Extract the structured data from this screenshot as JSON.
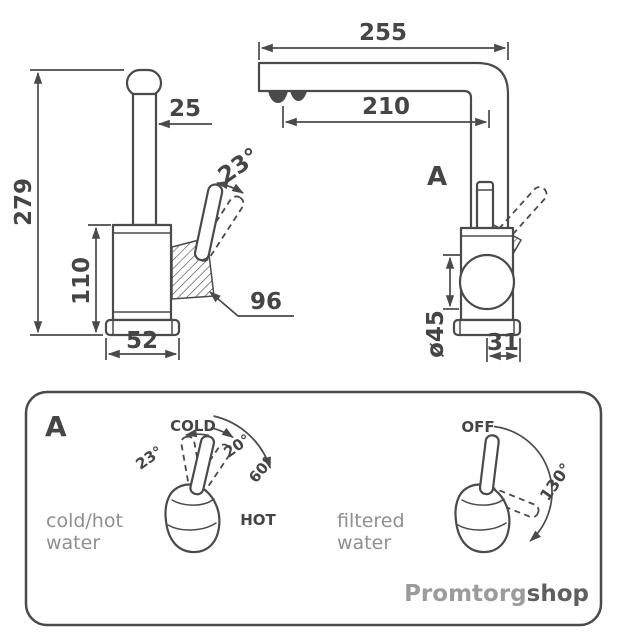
{
  "diagram": {
    "front": {
      "total_height": "279",
      "spout_width": "25",
      "body_height": "110",
      "base_width": "52",
      "handle_length": "96",
      "handle_angle": "23°"
    },
    "side": {
      "total_depth": "255",
      "spout_reach": "210",
      "section_label": "A",
      "body_diameter": "ø45",
      "base_offset": "31"
    },
    "detail": {
      "panel_label": "A",
      "mixer": {
        "cold": "COLD",
        "hot": "HOT",
        "angle_mid": "20°",
        "angle_right": "60°",
        "angle_left": "23°",
        "caption1": "cold/hot",
        "caption2": "water"
      },
      "filter": {
        "off": "OFF",
        "angle": "130°",
        "caption1": "filtered",
        "caption2": "water"
      }
    },
    "brand": {
      "part1": "Promtorg",
      "part2": "shop"
    },
    "colors": {
      "line": "#4a4a4a",
      "caption": "#8f8f8f",
      "brand_light": "#9b9b9b",
      "brand_dark": "#5f5f5f"
    }
  }
}
